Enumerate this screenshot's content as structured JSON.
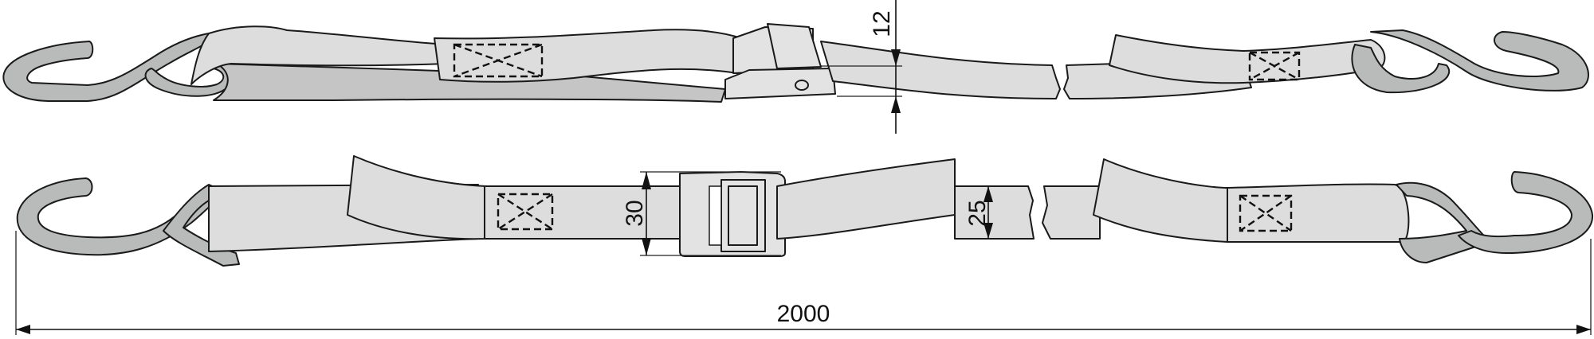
{
  "diagram": {
    "title": "Cam buckle tie-down strap with S-hooks (technical drawing)",
    "views": [
      {
        "name": "side-view",
        "description": "Perspective side view of strap with cam buckle and two S-hooks"
      },
      {
        "name": "top-view",
        "description": "Top view of strap with cam buckle, stitched loops and two S-hooks"
      }
    ],
    "colors": {
      "strap": "#dcdddc",
      "strap_shadow": "#c4c5c4",
      "hook": "#b9baba",
      "outline": "#1a1a1a",
      "background": "#ffffff"
    },
    "dimensions": {
      "buckle_height": {
        "value": "12",
        "unit": "mm",
        "label": "12"
      },
      "buckle_width": {
        "value": "30",
        "unit": "mm",
        "label": "30"
      },
      "strap_width": {
        "value": "25",
        "unit": "mm",
        "label": "25"
      },
      "total_length": {
        "value": "2000",
        "unit": "mm",
        "label": "2000"
      }
    },
    "components": [
      "S-hook (left)",
      "stitched loop",
      "cam buckle",
      "strap break mark",
      "stitched loop",
      "S-hook (right)"
    ]
  }
}
